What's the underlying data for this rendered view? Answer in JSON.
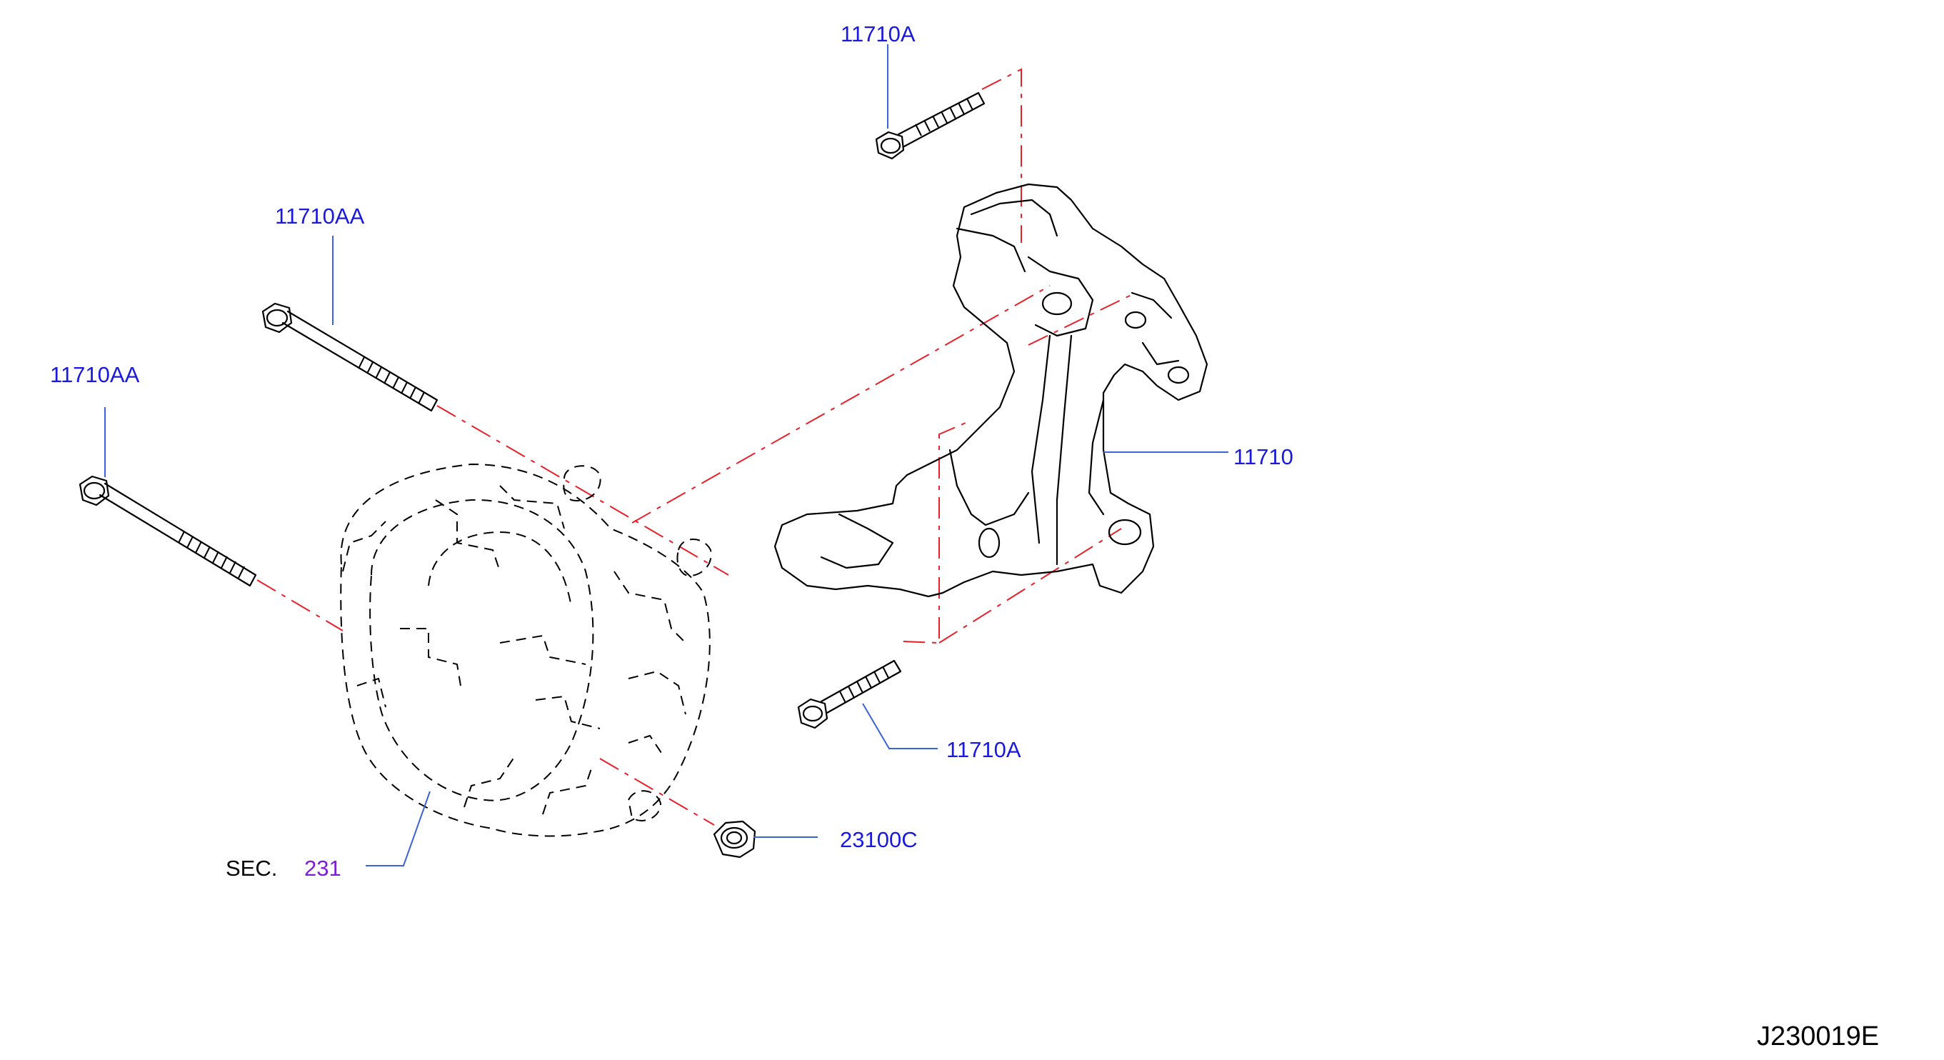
{
  "diagram": {
    "labels": {
      "bolt_top": "11710A",
      "long_bolt_upper": "11710AA",
      "long_bolt_lower": "11710AA",
      "bracket": "11710",
      "bolt_bottom": "11710A",
      "nut": "23100C",
      "section_word": "SEC.",
      "section_number": "231"
    },
    "drawing_code": "J230019E",
    "colors": {
      "part_label": "#1a1adc",
      "section_link": "#7a1fd6",
      "leader_line": "#3a63d8",
      "centerline": "#e8202a",
      "linework": "#000000"
    }
  }
}
